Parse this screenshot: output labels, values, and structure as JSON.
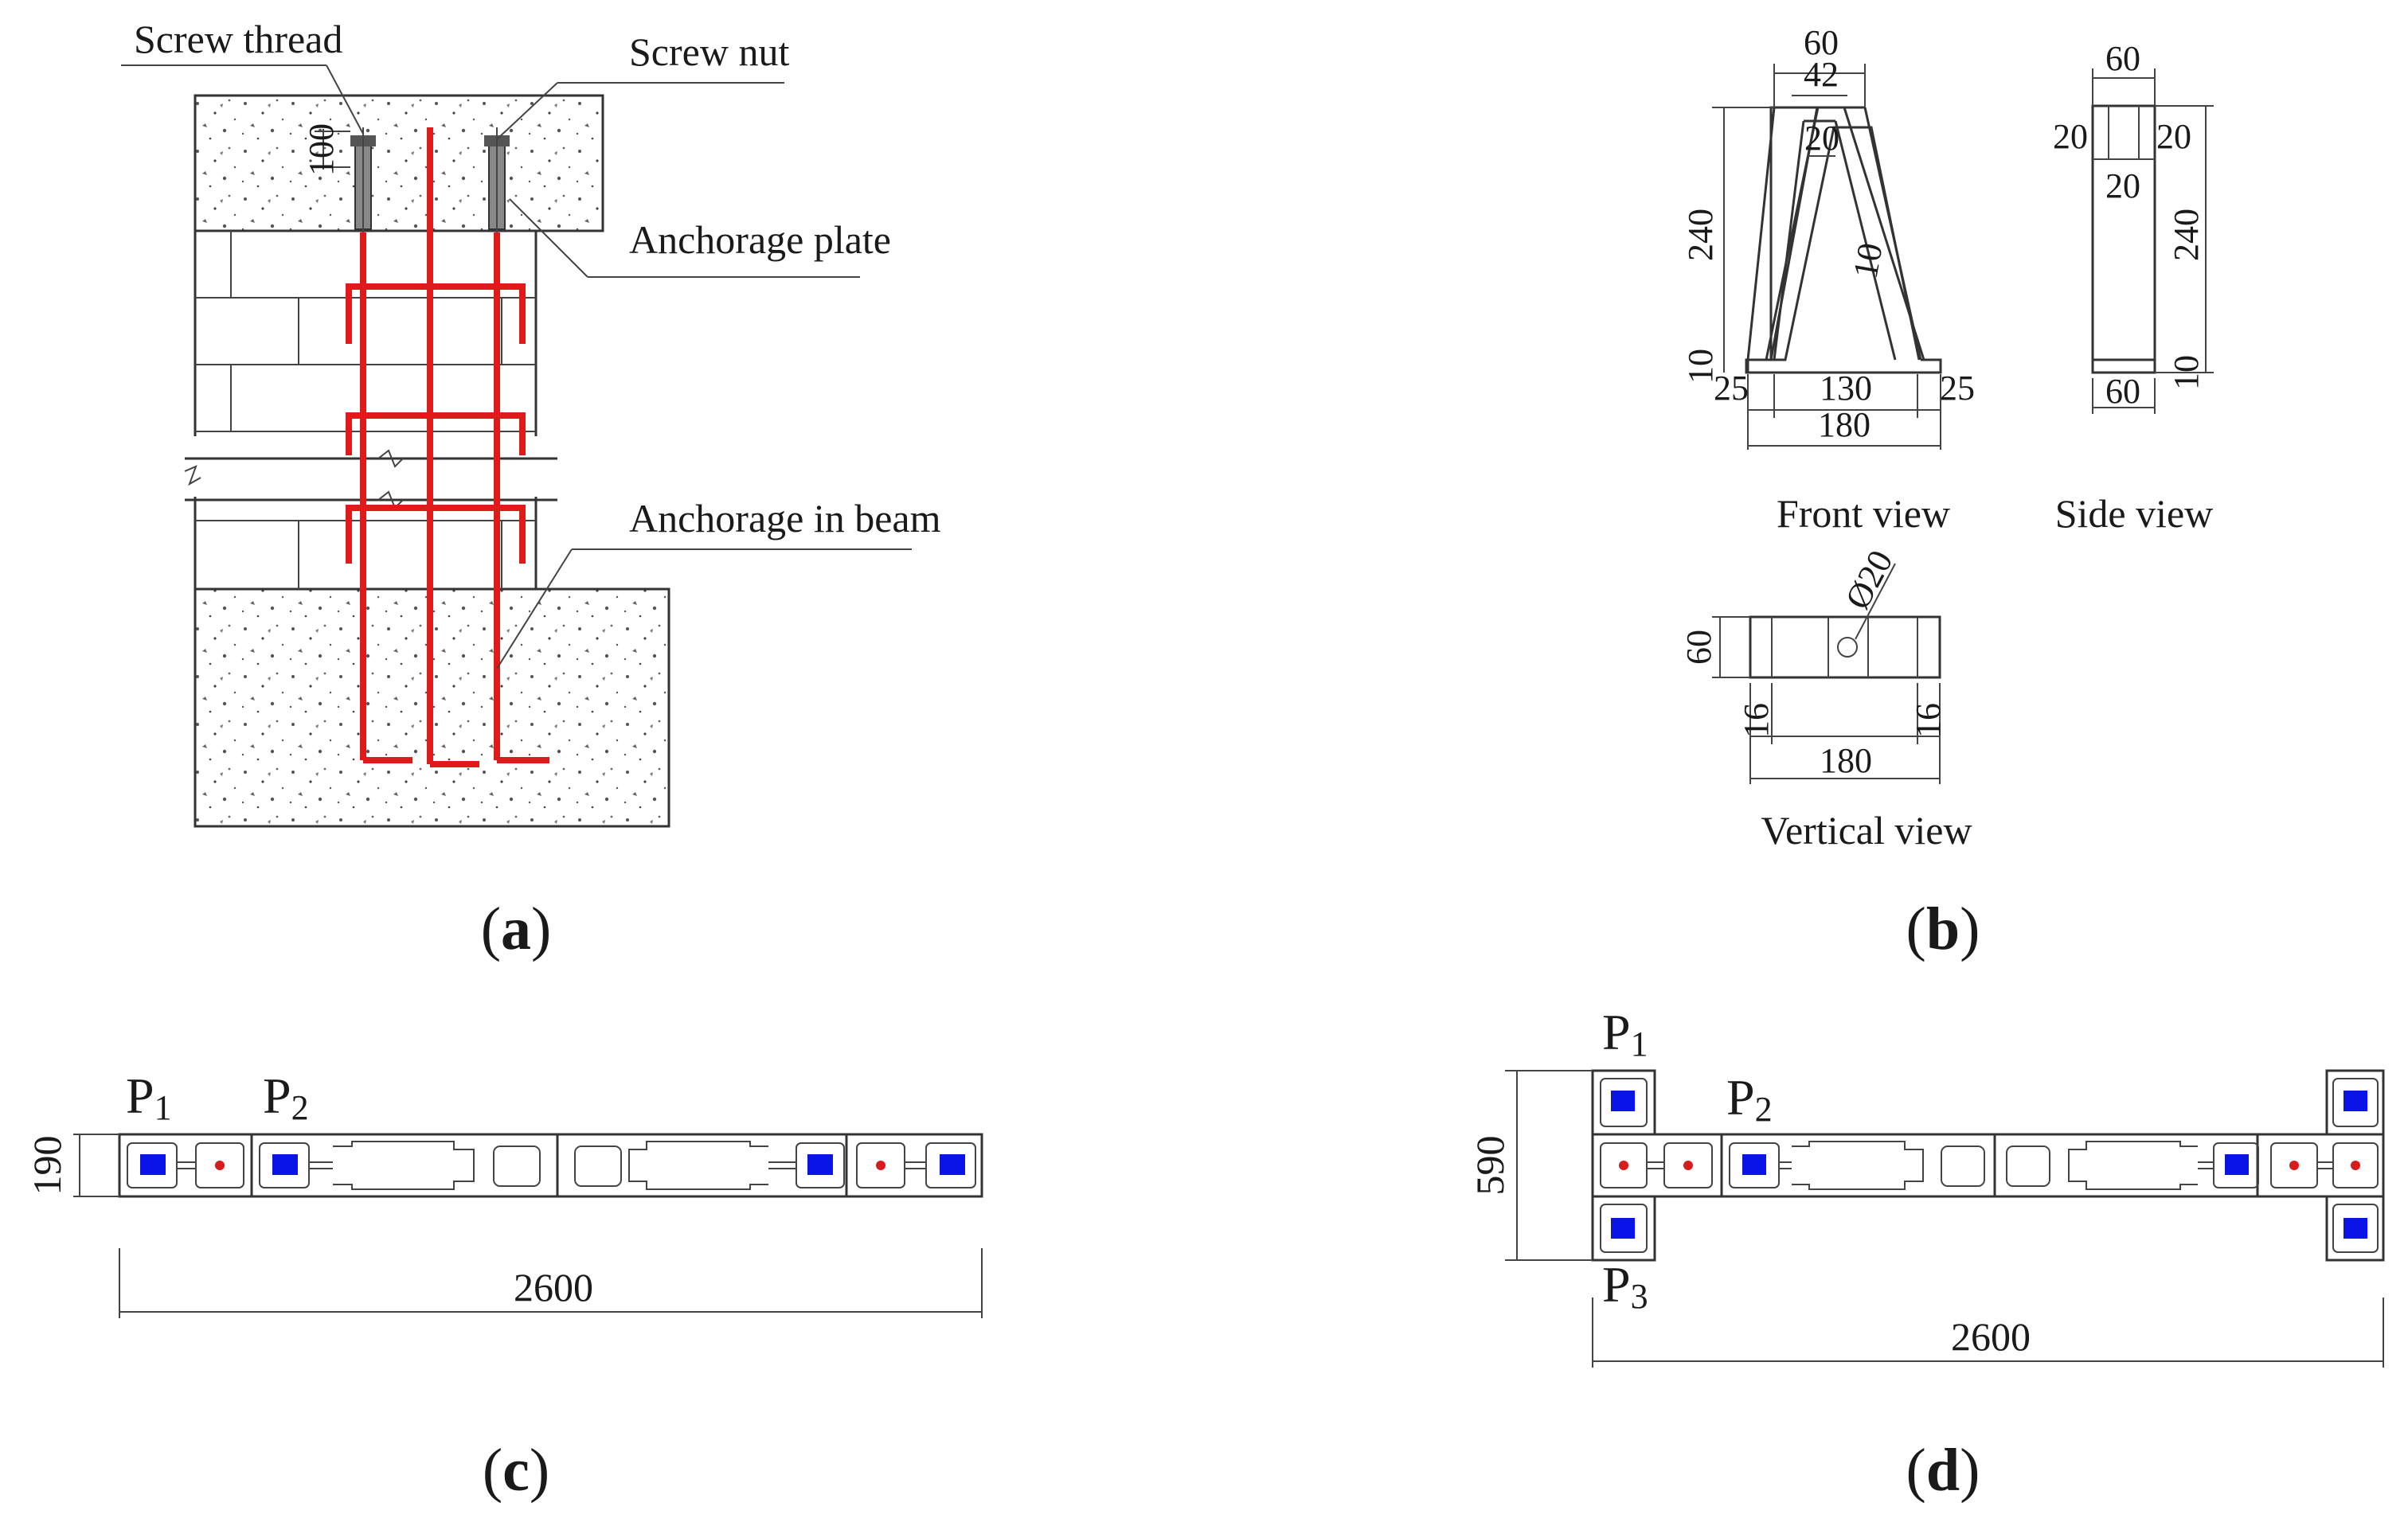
{
  "panel_a": {
    "tag_open": "(",
    "tag_letter": "a",
    "tag_close": ")",
    "labels": {
      "screw_thread": "Screw thread",
      "screw_nut": "Screw nut",
      "anchorage_plate": "Anchorage plate",
      "anchorage_in_beam": "Anchorage in beam"
    },
    "dims": {
      "thread_length": "100"
    }
  },
  "panel_b": {
    "tag_open": "(",
    "tag_letter": "b",
    "tag_close": ")",
    "front_view": {
      "caption": "Front view",
      "dims": {
        "top_outer": "60",
        "top_inner": "42",
        "hole": "20",
        "height": "240",
        "thickness": "10",
        "base_plate": "10",
        "left_flange": "25",
        "inner_span": "130",
        "right_flange": "25",
        "overall": "180"
      }
    },
    "side_view": {
      "caption": "Side view",
      "dims": {
        "top": "60",
        "left": "20",
        "right": "20",
        "middle": "20",
        "height": "240",
        "base": "10",
        "bottom": "60"
      }
    },
    "vertical_view": {
      "caption": "Vertical view",
      "dims": {
        "depth": "60",
        "hole": "Ø20",
        "left_edge": "16",
        "right_edge": "16",
        "overall": "180"
      }
    }
  },
  "panel_c": {
    "tag_open": "(",
    "tag_letter": "c",
    "tag_close": ")",
    "points": [
      {
        "letter": "P",
        "sub": "1"
      },
      {
        "letter": "P",
        "sub": "2"
      }
    ],
    "dims": {
      "height": "190",
      "length": "2600"
    }
  },
  "panel_d": {
    "tag_open": "(",
    "tag_letter": "d",
    "tag_close": ")",
    "points": [
      {
        "letter": "P",
        "sub": "1"
      },
      {
        "letter": "P",
        "sub": "2"
      },
      {
        "letter": "P",
        "sub": "3"
      }
    ],
    "dims": {
      "height": "590",
      "length": "2600"
    }
  },
  "colors": {
    "reinforcement": "#e0191b",
    "anchor_plate": "#0a14e6",
    "rebar_dot": "#d81b1b"
  }
}
